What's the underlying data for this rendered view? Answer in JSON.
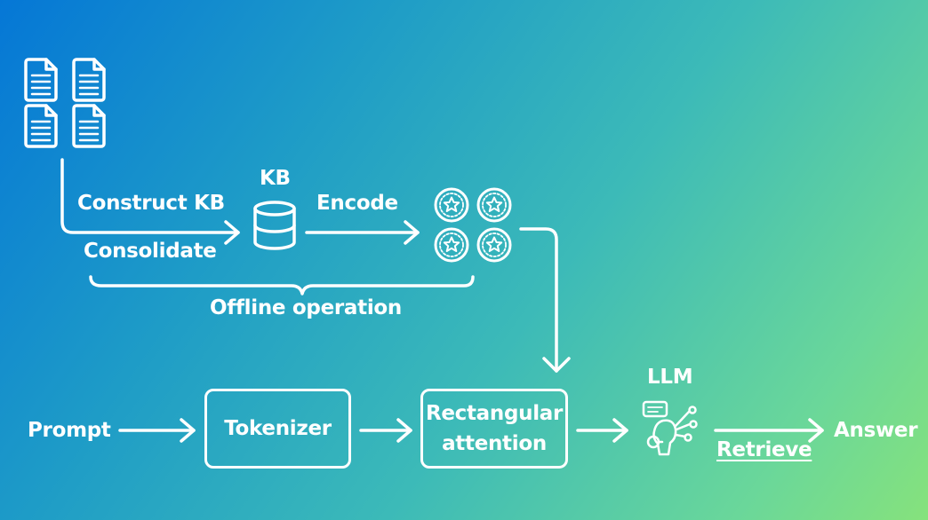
{
  "labels": {
    "construct_kb": "Construct KB",
    "consolidate": "Consolidate",
    "kb": "KB",
    "encode": "Encode",
    "offline_operation": "Offline operation",
    "prompt": "Prompt",
    "tokenizer": "Tokenizer",
    "rect_attention_line1": "Rectangular",
    "rect_attention_line2": "attention",
    "llm": "LLM",
    "retrieve": "Retrieve",
    "answer": "Answer"
  },
  "icons": {
    "documents": "document-icon",
    "knowledge_base": "database-icon",
    "encoded_tokens": "star-badge-icon",
    "llm": "neural-network-icon"
  },
  "colors": {
    "foreground": "#ffffff",
    "gradient_start": "#0577d6",
    "gradient_end": "#86e27c"
  }
}
